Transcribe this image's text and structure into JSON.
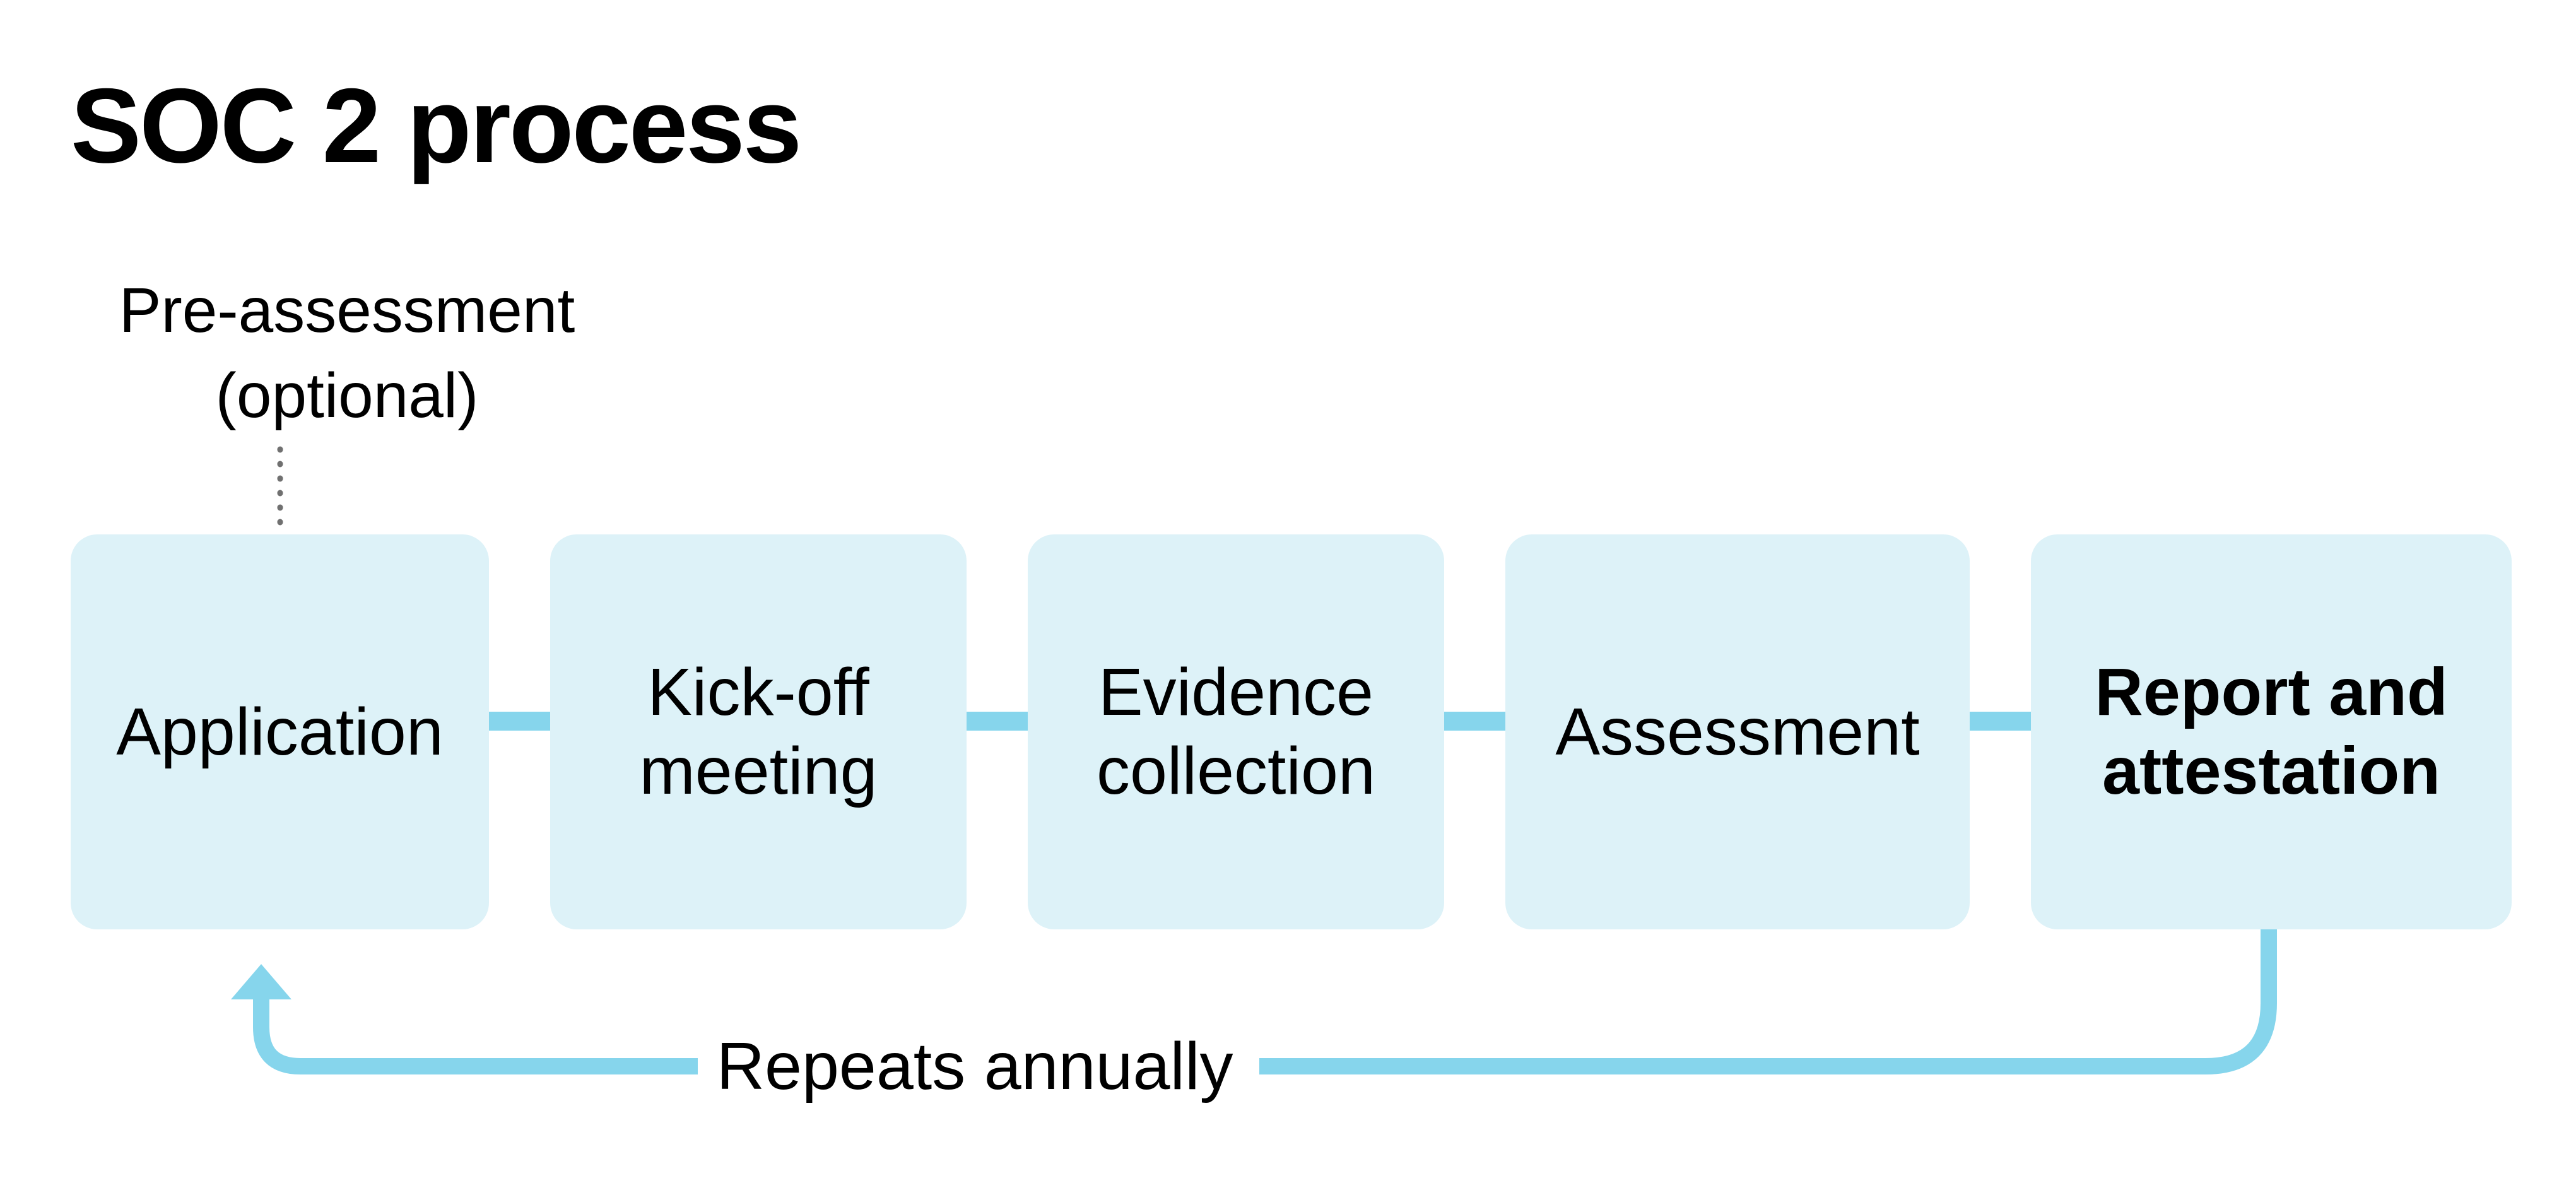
{
  "title": "SOC 2 process",
  "pre_step": {
    "label_line1": "Pre-assessment",
    "label_line2": "(optional)"
  },
  "steps": [
    {
      "label": "Application",
      "emphasis": false
    },
    {
      "label": "Kick-off\nmeeting",
      "emphasis": false
    },
    {
      "label": "Evidence\ncollection",
      "emphasis": false
    },
    {
      "label": "Assessment",
      "emphasis": false
    },
    {
      "label": "Report and\nattestation",
      "emphasis": true
    }
  ],
  "loop_label": "Repeats annually",
  "colors": {
    "box_fill": "#ddf2f8",
    "connector": "#86d5ec",
    "dotted_line": "#707070",
    "text": "#000000",
    "background": "#ffffff"
  }
}
